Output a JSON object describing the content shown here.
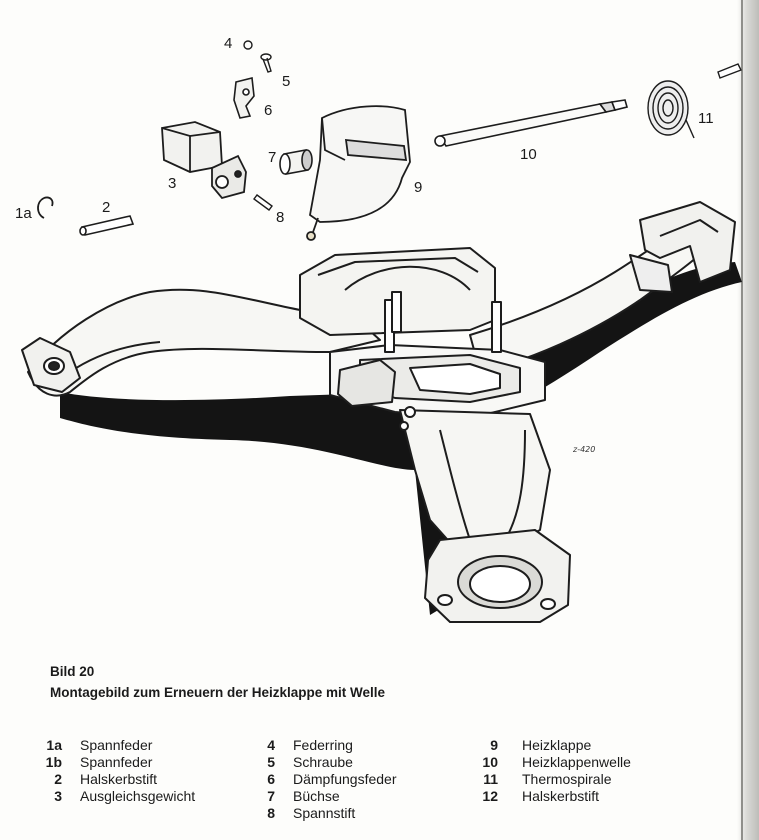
{
  "figure": {
    "callouts": [
      "1a",
      "2",
      "3",
      "4",
      "5",
      "6",
      "7",
      "8",
      "9",
      "10",
      "11"
    ],
    "drawing_code": "z-420"
  },
  "caption": {
    "number": "Bild 20",
    "title": "Montagebild zum Erneuern der Heizklappe mit Welle"
  },
  "legend": {
    "col1": [
      {
        "num": "1a",
        "label": "Spannfeder"
      },
      {
        "num": "1b",
        "label": "Spannfeder"
      },
      {
        "num": "2",
        "label": "Halskerbstift"
      },
      {
        "num": "3",
        "label": "Ausgleichsgewicht"
      }
    ],
    "col2": [
      {
        "num": "4",
        "label": "Federring"
      },
      {
        "num": "5",
        "label": "Schraube"
      },
      {
        "num": "6",
        "label": "Dämpfungsfeder"
      },
      {
        "num": "7",
        "label": "Büchse"
      },
      {
        "num": "8",
        "label": "Spannstift"
      }
    ],
    "col3": [
      {
        "num": "9",
        "label": "Heizklappe"
      },
      {
        "num": "10",
        "label": "Heizklappenwelle"
      },
      {
        "num": "11",
        "label": "Thermospirale"
      },
      {
        "num": "12",
        "label": "Halskerbstift"
      }
    ]
  }
}
